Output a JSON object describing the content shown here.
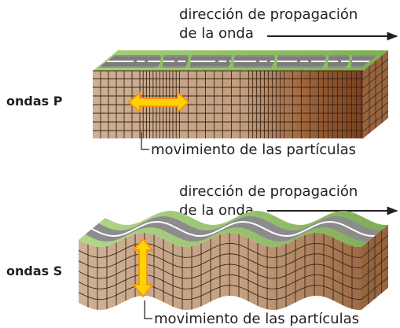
{
  "p_wave": {
    "name": "ondas P",
    "direction_label_line1": "dirección de propagación",
    "direction_label_line2": "de la onda",
    "particle_label": "movimiento de las partículas"
  },
  "s_wave": {
    "name": "ondas S",
    "direction_label_line1": "dirección de propagación",
    "direction_label_line2": "de la onda",
    "particle_label": "movimiento de las partículas"
  },
  "colors": {
    "block_front_light": "#c9a98a",
    "block_front_dark": "#8a4f2a",
    "block_side": "#9b6a44",
    "grid_line": "#3a2515",
    "surface_green": "#9ac46a",
    "road_gray": "#8c8c8c",
    "arrow_fill": "#ffd200",
    "arrow_stroke": "#f7941d"
  }
}
